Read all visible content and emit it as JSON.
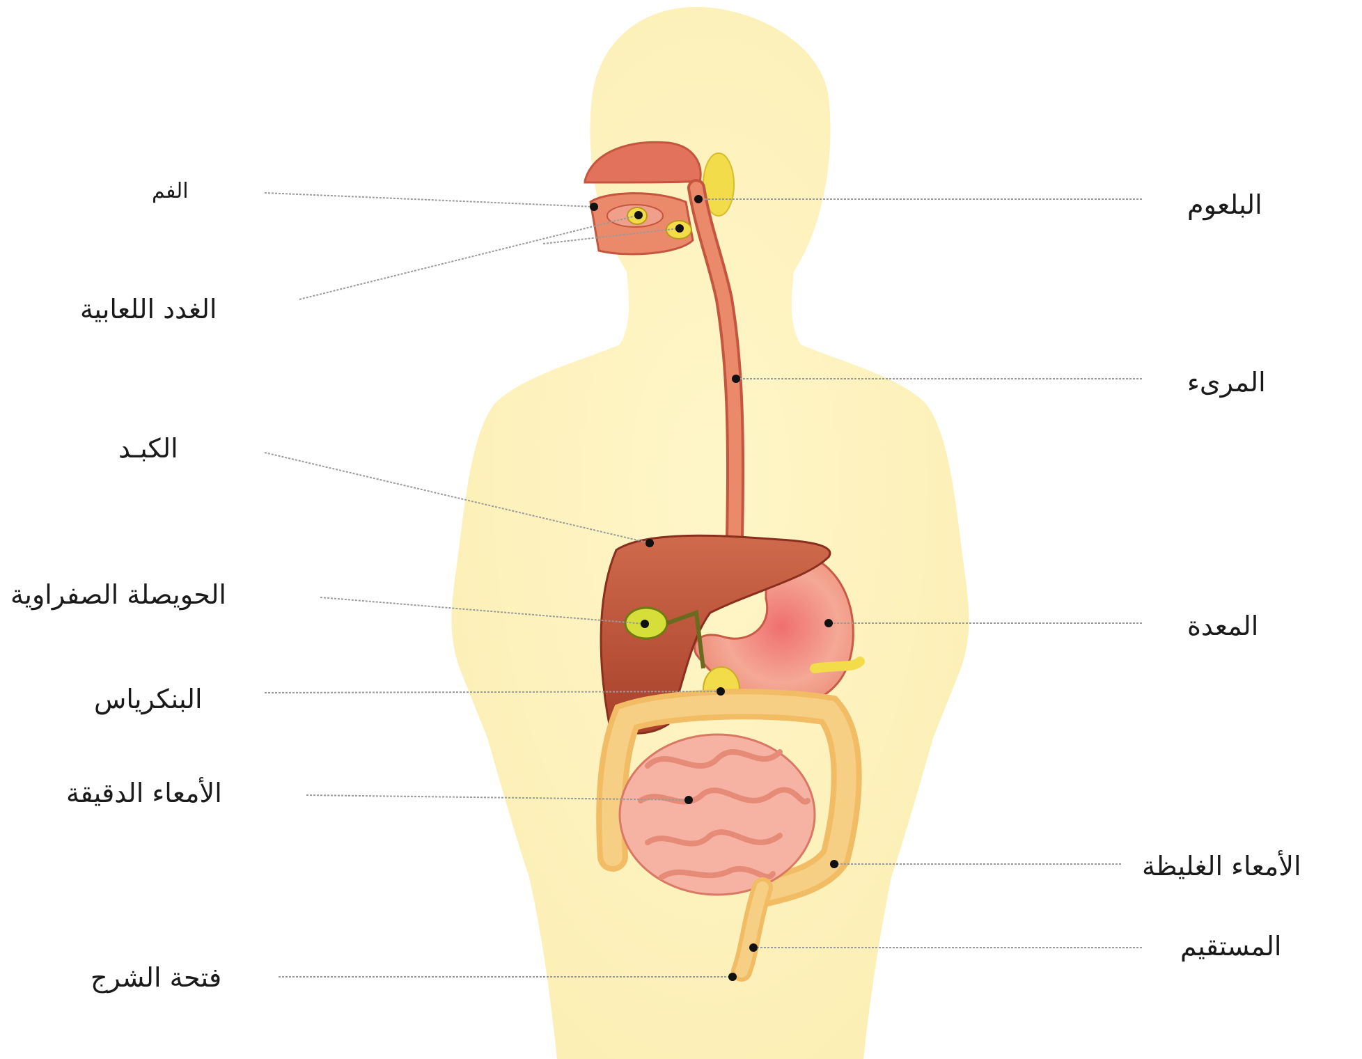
{
  "diagram": {
    "colors": {
      "body": "#fcefb6",
      "organ_red": "#e07a5f",
      "liver": "#b84a32",
      "stomach": "#f3a28e",
      "intestine_small": "#f6b3a3",
      "intestine_large": "#f6c976",
      "gland_yellow": "#f2dc4a"
    },
    "labels": {
      "mouth": "الفم",
      "salivary_glands": "الغدد اللعابية",
      "liver": "الكبـد",
      "gallbladder": "الحويصلة الصفراوية",
      "pancreas": "البنكرياس",
      "small_intestine": "الأمعاء الدقيقة",
      "anus": "فتحة الشرج",
      "pharynx": "البلعوم",
      "esophagus": "المرىء",
      "stomach": "المعدة",
      "large_intestine": "الأمعاء الغليظة",
      "rectum": "المستقيم"
    }
  }
}
